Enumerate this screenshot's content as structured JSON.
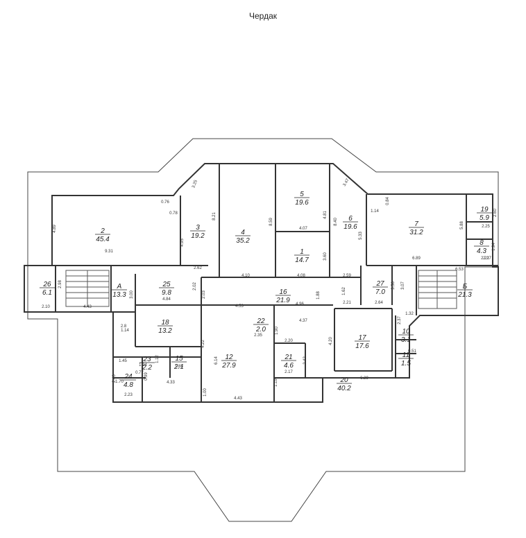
{
  "title": "Чердак",
  "rooms": [
    {
      "num": "2",
      "area": "45.4"
    },
    {
      "num": "3",
      "area": "19.2"
    },
    {
      "num": "4",
      "area": "35.2"
    },
    {
      "num": "5",
      "area": "19.6"
    },
    {
      "num": "1",
      "area": "14.7"
    },
    {
      "num": "6",
      "area": "19.6"
    },
    {
      "num": "7",
      "area": "31.2"
    },
    {
      "num": "19",
      "area": "5.9"
    },
    {
      "num": "8",
      "area": "4.3"
    },
    {
      "num": "26",
      "area": "6.1"
    },
    {
      "num": "А",
      "area": "13.3"
    },
    {
      "num": "25",
      "area": "9.8"
    },
    {
      "num": "16",
      "area": "21.9"
    },
    {
      "num": "27",
      "area": "7.0"
    },
    {
      "num": "Б",
      "area": "21.3"
    },
    {
      "num": "18",
      "area": "13.2"
    },
    {
      "num": "22",
      "area": "2.0"
    },
    {
      "num": "17",
      "area": "17.6"
    },
    {
      "num": "10",
      "area": "3.1"
    },
    {
      "num": "11",
      "area": "1.5"
    },
    {
      "num": "12",
      "area": "27.9"
    },
    {
      "num": "21",
      "area": "4.6"
    },
    {
      "num": "20",
      "area": "40.2"
    },
    {
      "num": "15",
      "area": "2.1"
    },
    {
      "num": "24",
      "area": "4.8"
    },
    {
      "num": "23",
      "area": "2.2"
    }
  ],
  "dimensions": [
    "9.31",
    "4.89",
    "0.76",
    "0.78",
    "4.95",
    "3.25",
    "8.21",
    "8.59",
    "4.07",
    "4.81",
    "3.47",
    "8.40",
    "5.33",
    "1.14",
    "0.84",
    "5.88",
    "6.89",
    "2.60",
    "2.25",
    "1.94",
    "2.21",
    "3.60",
    "4.08",
    "4.10",
    "2.59",
    "2.62",
    "2.02",
    "2.03",
    "4.84",
    "3.00",
    "2.98",
    "2.10",
    "4.43",
    "4.53",
    "4.96",
    "1.88",
    "1.62",
    "2.21",
    "3.56",
    "3.07",
    "2.64",
    "6.53",
    "4.37",
    "1.90",
    "2.35",
    "2.20",
    "2.42",
    "2.17",
    "4.20",
    "6.29",
    "4.22",
    "6.14",
    "1.19",
    "1.12",
    "1.88",
    "2.8",
    "1.14",
    "4.33",
    "1.70",
    "2.40",
    "2.23",
    "1.00",
    "4.43",
    "0.99",
    "1.45",
    "0.77",
    "1.94",
    "1.32",
    "2.37",
    "0.51",
    "2.27"
  ]
}
